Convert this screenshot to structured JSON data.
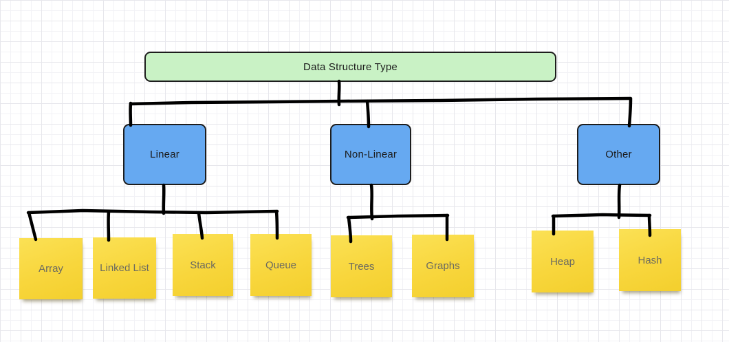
{
  "canvas": {
    "kind": "whiteboard-grid",
    "grid_minor_color": "#f2f2f6",
    "grid_major_color": "#e7e7ec"
  },
  "diagram": {
    "title_node": {
      "label": "Data Structure Type"
    },
    "category_nodes": [
      {
        "label": "Linear"
      },
      {
        "label": "Non-Linear"
      },
      {
        "label": "Other"
      }
    ],
    "sticky_notes": [
      {
        "label": "Array",
        "parent": "Linear"
      },
      {
        "label": "Linked List",
        "parent": "Linear"
      },
      {
        "label": "Stack",
        "parent": "Linear"
      },
      {
        "label": "Queue",
        "parent": "Linear"
      },
      {
        "label": "Trees",
        "parent": "Non-Linear"
      },
      {
        "label": "Graphs",
        "parent": "Non-Linear"
      },
      {
        "label": "Heap",
        "parent": "Other"
      },
      {
        "label": "Hash",
        "parent": "Other"
      }
    ],
    "colors": {
      "title_fill": "#c9f2c5",
      "category_fill": "#66a9f1",
      "sticky_fill": "#f8d63c",
      "stroke": "#1d1d1d",
      "connector": "#000000",
      "node_text": "#1b1b1b",
      "sticky_text": "#6b6a60"
    }
  }
}
